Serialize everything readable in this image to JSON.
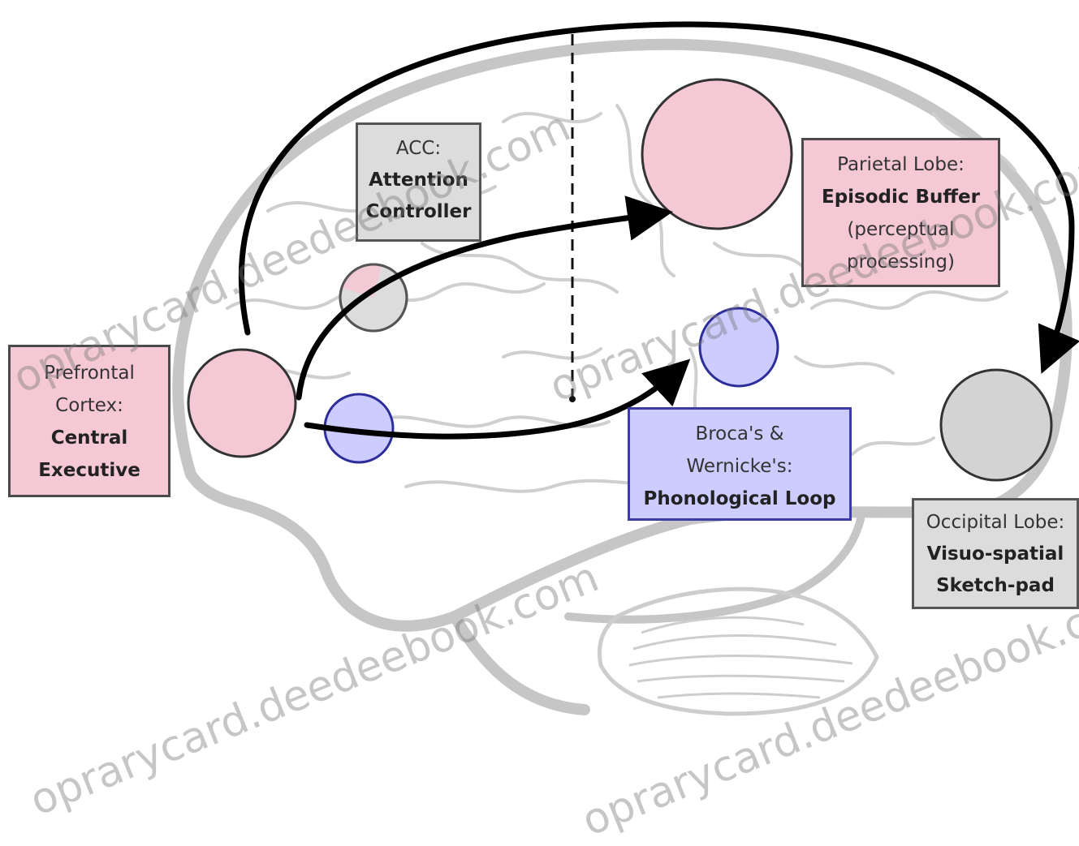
{
  "labels": {
    "acc": {
      "line1": "ACC:",
      "line2": "Attention",
      "line3": "Controller"
    },
    "parietal": {
      "line1": "Parietal Lobe:",
      "line2": "Episodic Buffer",
      "line3": "(perceptual",
      "line4": "processing)"
    },
    "prefrontal": {
      "line1": "Prefrontal",
      "line2": "Cortex:",
      "line3": "Central",
      "line4": "Executive"
    },
    "broca": {
      "line1": "Broca's &",
      "line2": "Wernicke's:",
      "line3": "Phonological Loop"
    },
    "occipital": {
      "line1": "Occipital Lobe:",
      "line2": "Visuo-spatial",
      "line3": "Sketch-pad"
    }
  },
  "watermark": "oprarycard.deedeebook.com",
  "colors": {
    "pink": "#f4c8d4",
    "grey": "#d6d6d6",
    "blue": "#ccccff",
    "brain_outline": "#c8c8c8",
    "arrow": "#000000"
  }
}
